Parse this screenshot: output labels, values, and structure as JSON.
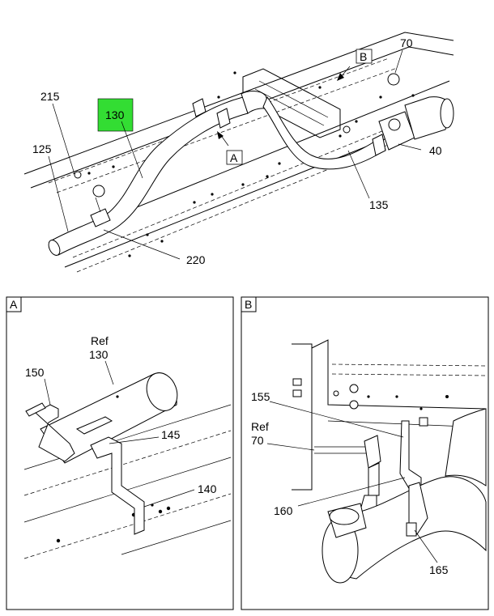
{
  "main": {
    "callouts": {
      "c70": "70",
      "c215": "215",
      "c130": "130",
      "c125": "125",
      "c40": "40",
      "c135": "135",
      "c220": "220"
    },
    "view_refs": {
      "a": "A",
      "b": "B"
    },
    "highlight_color": "#33dd33"
  },
  "detail_a": {
    "tag": "A",
    "ref_word": "Ref",
    "ref_num": "130",
    "callouts": {
      "c150": "150",
      "c145": "145",
      "c140": "140"
    }
  },
  "detail_b": {
    "tag": "B",
    "ref_word": "Ref",
    "ref_num": "70",
    "callouts": {
      "c155": "155",
      "c160": "160",
      "c165": "165"
    }
  }
}
